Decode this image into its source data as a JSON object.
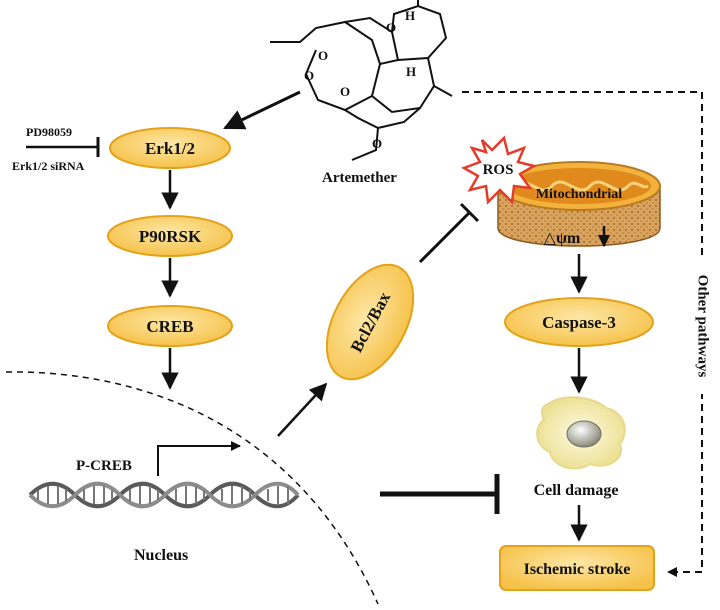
{
  "compound": {
    "name": "Artemether"
  },
  "inhibitors": {
    "drug": "PD98059",
    "sirna": "Erk1/2 siRNA"
  },
  "nodes": {
    "erk": "Erk1/2",
    "p90rsk": "P90RSK",
    "creb": "CREB",
    "pcreb": "P-CREB",
    "nucleus": "Nucleus",
    "bcl2bax": "Bcl2/Bax",
    "ros": "ROS",
    "mito": "Mitochondrial",
    "dpsi": "△ψm",
    "caspase": "Caspase-3",
    "cell_damage": "Cell damage",
    "stroke": "Ischemic stroke",
    "other": "Other pathways"
  },
  "colors": {
    "node_fill": "#fbd36b",
    "node_stroke": "#e3a21a",
    "ros_stroke": "#e53b2a",
    "mito_fill": "#d9a35e",
    "mito_inner": "#f3b23c",
    "line": "#111111"
  }
}
